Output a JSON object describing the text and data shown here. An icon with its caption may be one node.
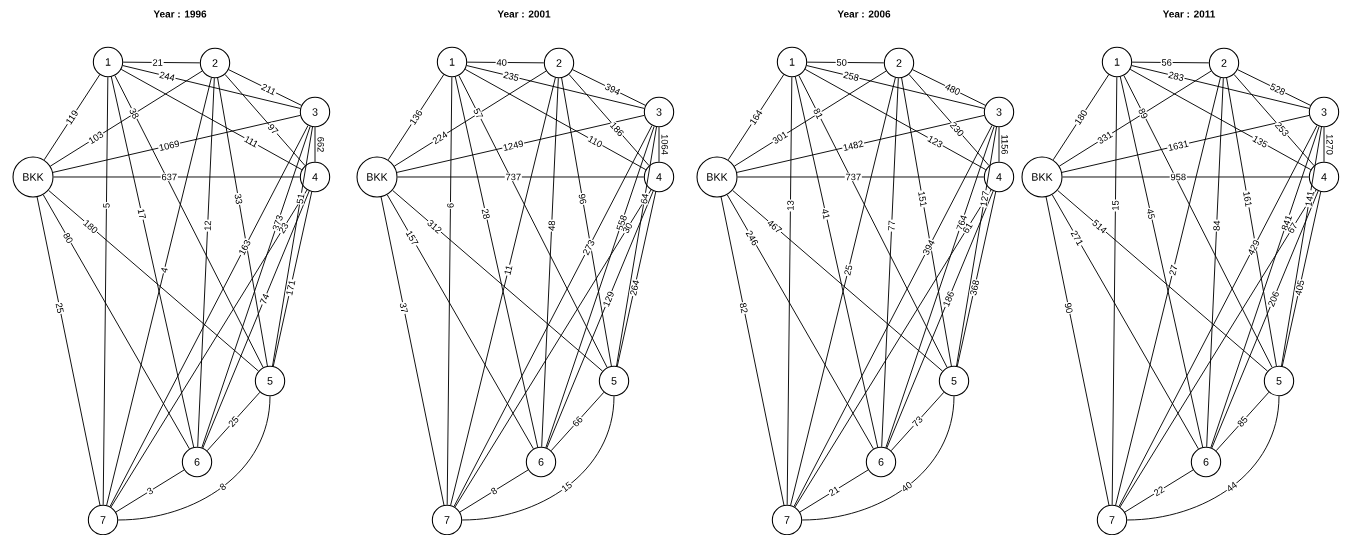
{
  "diagram": {
    "nodes": [
      {
        "text": [
          "BKK"
        ]
      },
      {
        "text": [
          "1"
        ]
      },
      {
        "text": [
          "2"
        ]
      },
      {
        "text": [
          "3"
        ]
      },
      {
        "text": [
          "4"
        ]
      },
      {
        "text": [
          "5"
        ]
      },
      {
        "text": [
          "6"
        ]
      },
      {
        "text": [
          "7"
        ]
      },
      {
        "text": [
          "BKK"
        ]
      },
      {
        "text": [
          "1"
        ]
      },
      {
        "text": [
          "2"
        ]
      },
      {
        "text": [
          "3"
        ]
      },
      {
        "text": [
          "4"
        ]
      },
      {
        "text": [
          "5"
        ]
      },
      {
        "text": [
          "6"
        ]
      },
      {
        "text": [
          "7"
        ]
      },
      {
        "text": [
          "BKK"
        ]
      },
      {
        "text": [
          "1"
        ]
      },
      {
        "text": [
          "2"
        ]
      },
      {
        "text": [
          "3"
        ]
      },
      {
        "text": [
          "4"
        ]
      },
      {
        "text": [
          "5"
        ]
      },
      {
        "text": [
          "6"
        ]
      },
      {
        "text": [
          "7"
        ]
      },
      {
        "text": [
          "BKK"
        ]
      },
      {
        "text": [
          "1"
        ]
      },
      {
        "text": [
          "2"
        ]
      },
      {
        "text": [
          "3"
        ]
      },
      {
        "text": [
          "4"
        ]
      },
      {
        "text": [
          "5"
        ]
      },
      {
        "text": [
          "6"
        ]
      },
      {
        "text": [
          "7"
        ]
      }
    ],
    "edges": [
      {
        "from": 1,
        "to": 2,
        "arrow": "none",
        "label": "21"
      },
      {
        "from": 1,
        "to": 3,
        "arrow": "none",
        "label": "244"
      },
      {
        "from": 2,
        "to": 3,
        "arrow": "none",
        "label": "211"
      },
      {
        "from": 0,
        "to": 1,
        "arrow": "none",
        "label": "119"
      },
      {
        "from": 0,
        "to": 2,
        "arrow": "none",
        "label": "103"
      },
      {
        "from": 1,
        "to": 5,
        "arrow": "none",
        "label": "38"
      },
      {
        "from": 0,
        "to": 3,
        "arrow": "none",
        "label": "1069"
      },
      {
        "from": 1,
        "to": 4,
        "arrow": "none",
        "label": "111"
      },
      {
        "from": 2,
        "to": 4,
        "arrow": "none",
        "label": "97"
      },
      {
        "from": 3,
        "to": 4,
        "arrow": "none",
        "label": "662"
      },
      {
        "from": 0,
        "to": 4,
        "arrow": "none",
        "label": "637"
      },
      {
        "from": 0,
        "to": 5,
        "arrow": "none",
        "label": "180"
      },
      {
        "from": 0,
        "to": 6,
        "arrow": "none",
        "label": "80"
      },
      {
        "from": 0,
        "to": 7,
        "arrow": "none",
        "label": "25"
      },
      {
        "from": 1,
        "to": 7,
        "arrow": "none",
        "label": "5"
      },
      {
        "from": 1,
        "to": 6,
        "arrow": "none",
        "label": "17"
      },
      {
        "from": 2,
        "to": 7,
        "arrow": "none",
        "label": "4"
      },
      {
        "from": 2,
        "to": 6,
        "arrow": "none",
        "label": "12"
      },
      {
        "from": 2,
        "to": 5,
        "arrow": "none",
        "label": "33"
      },
      {
        "from": 3,
        "to": 5,
        "arrow": "none",
        "label": "51"
      },
      {
        "from": 3,
        "to": 7,
        "arrow": "none",
        "label": "163"
      },
      {
        "from": 3,
        "to": 6,
        "arrow": "none",
        "label": "373"
      },
      {
        "from": 4,
        "to": 7,
        "arrow": "none",
        "label": "23"
      },
      {
        "from": 4,
        "to": 6,
        "arrow": "none",
        "label": "74"
      },
      {
        "from": 4,
        "to": 5,
        "arrow": "none",
        "label": "171"
      },
      {
        "from": 5,
        "to": 6,
        "arrow": "none",
        "label": "25"
      },
      {
        "from": 5,
        "to": 7,
        "arrow": "none",
        "label": "8"
      },
      {
        "from": 6,
        "to": 7,
        "arrow": "none",
        "label": "3"
      },
      {
        "from": 9,
        "to": 10,
        "arrow": "none",
        "label": "40"
      },
      {
        "from": 9,
        "to": 11,
        "arrow": "none",
        "label": "235"
      },
      {
        "from": 10,
        "to": 11,
        "arrow": "none",
        "label": "394"
      },
      {
        "from": 8,
        "to": 9,
        "arrow": "none",
        "label": "136"
      },
      {
        "from": 8,
        "to": 10,
        "arrow": "none",
        "label": "224"
      },
      {
        "from": 9,
        "to": 13,
        "arrow": "none",
        "label": "57"
      },
      {
        "from": 8,
        "to": 11,
        "arrow": "none",
        "label": "1249"
      },
      {
        "from": 9,
        "to": 12,
        "arrow": "none",
        "label": "110"
      },
      {
        "from": 10,
        "to": 12,
        "arrow": "none",
        "label": "186"
      },
      {
        "from": 11,
        "to": 12,
        "arrow": "none",
        "label": "1064"
      },
      {
        "from": 8,
        "to": 12,
        "arrow": "none",
        "label": "737"
      },
      {
        "from": 8,
        "to": 13,
        "arrow": "none",
        "label": "312"
      },
      {
        "from": 8,
        "to": 14,
        "arrow": "none",
        "label": "157"
      },
      {
        "from": 8,
        "to": 15,
        "arrow": "none",
        "label": "37"
      },
      {
        "from": 9,
        "to": 15,
        "arrow": "none",
        "label": "6"
      },
      {
        "from": 9,
        "to": 14,
        "arrow": "none",
        "label": "28"
      },
      {
        "from": 10,
        "to": 15,
        "arrow": "none",
        "label": "11"
      },
      {
        "from": 10,
        "to": 14,
        "arrow": "none",
        "label": "48"
      },
      {
        "from": 10,
        "to": 13,
        "arrow": "none",
        "label": "96"
      },
      {
        "from": 11,
        "to": 13,
        "arrow": "none",
        "label": "64"
      },
      {
        "from": 11,
        "to": 15,
        "arrow": "none",
        "label": "273"
      },
      {
        "from": 11,
        "to": 14,
        "arrow": "none",
        "label": "558"
      },
      {
        "from": 12,
        "to": 15,
        "arrow": "none",
        "label": "30"
      },
      {
        "from": 12,
        "to": 14,
        "arrow": "none",
        "label": "129"
      },
      {
        "from": 12,
        "to": 13,
        "arrow": "none",
        "label": "264"
      },
      {
        "from": 13,
        "to": 14,
        "arrow": "none",
        "label": "66"
      },
      {
        "from": 13,
        "to": 15,
        "arrow": "none",
        "label": "15"
      },
      {
        "from": 14,
        "to": 15,
        "arrow": "none",
        "label": "8"
      },
      {
        "from": 17,
        "to": 18,
        "arrow": "none",
        "label": "50"
      },
      {
        "from": 17,
        "to": 19,
        "arrow": "none",
        "label": "258"
      },
      {
        "from": 18,
        "to": 19,
        "arrow": "none",
        "label": "480"
      },
      {
        "from": 16,
        "to": 17,
        "arrow": "none",
        "label": "164"
      },
      {
        "from": 16,
        "to": 18,
        "arrow": "none",
        "label": "301"
      },
      {
        "from": 17,
        "to": 21,
        "arrow": "none",
        "label": "81"
      },
      {
        "from": 16,
        "to": 19,
        "arrow": "none",
        "label": "1482"
      },
      {
        "from": 17,
        "to": 20,
        "arrow": "none",
        "label": "123"
      },
      {
        "from": 18,
        "to": 20,
        "arrow": "none",
        "label": "230"
      },
      {
        "from": 19,
        "to": 20,
        "arrow": "none",
        "label": "1156"
      },
      {
        "from": 16,
        "to": 20,
        "arrow": "none",
        "label": "737"
      },
      {
        "from": 16,
        "to": 21,
        "arrow": "none",
        "label": "467"
      },
      {
        "from": 16,
        "to": 22,
        "arrow": "none",
        "label": "246"
      },
      {
        "from": 16,
        "to": 23,
        "arrow": "none",
        "label": "82"
      },
      {
        "from": 17,
        "to": 23,
        "arrow": "none",
        "label": "13"
      },
      {
        "from": 17,
        "to": 22,
        "arrow": "none",
        "label": "41"
      },
      {
        "from": 18,
        "to": 23,
        "arrow": "none",
        "label": "25"
      },
      {
        "from": 18,
        "to": 22,
        "arrow": "none",
        "label": "77"
      },
      {
        "from": 18,
        "to": 21,
        "arrow": "none",
        "label": "151"
      },
      {
        "from": 19,
        "to": 21,
        "arrow": "none",
        "label": "127"
      },
      {
        "from": 19,
        "to": 23,
        "arrow": "none",
        "label": "394"
      },
      {
        "from": 19,
        "to": 22,
        "arrow": "none",
        "label": "764"
      },
      {
        "from": 20,
        "to": 23,
        "arrow": "none",
        "label": "61"
      },
      {
        "from": 20,
        "to": 22,
        "arrow": "none",
        "label": "186"
      },
      {
        "from": 20,
        "to": 21,
        "arrow": "none",
        "label": "368"
      },
      {
        "from": 21,
        "to": 22,
        "arrow": "none",
        "label": "73"
      },
      {
        "from": 21,
        "to": 23,
        "arrow": "none",
        "label": "40"
      },
      {
        "from": 22,
        "to": 23,
        "arrow": "none",
        "label": "21"
      },
      {
        "from": 25,
        "to": 26,
        "arrow": "none",
        "label": "56"
      },
      {
        "from": 25,
        "to": 27,
        "arrow": "none",
        "label": "283"
      },
      {
        "from": 26,
        "to": 27,
        "arrow": "none",
        "label": "528"
      },
      {
        "from": 24,
        "to": 25,
        "arrow": "none",
        "label": "180"
      },
      {
        "from": 24,
        "to": 26,
        "arrow": "none",
        "label": "331"
      },
      {
        "from": 25,
        "to": 29,
        "arrow": "none",
        "label": "89"
      },
      {
        "from": 24,
        "to": 27,
        "arrow": "none",
        "label": "1631"
      },
      {
        "from": 25,
        "to": 28,
        "arrow": "none",
        "label": "135"
      },
      {
        "from": 26,
        "to": 28,
        "arrow": "none",
        "label": "253"
      },
      {
        "from": 27,
        "to": 28,
        "arrow": "none",
        "label": "1270"
      },
      {
        "from": 24,
        "to": 28,
        "arrow": "none",
        "label": "958"
      },
      {
        "from": 24,
        "to": 29,
        "arrow": "none",
        "label": "514"
      },
      {
        "from": 24,
        "to": 30,
        "arrow": "none",
        "label": "271"
      },
      {
        "from": 24,
        "to": 31,
        "arrow": "none",
        "label": "90"
      },
      {
        "from": 25,
        "to": 31,
        "arrow": "none",
        "label": "15"
      },
      {
        "from": 25,
        "to": 30,
        "arrow": "none",
        "label": "45"
      },
      {
        "from": 26,
        "to": 31,
        "arrow": "none",
        "label": "27"
      },
      {
        "from": 26,
        "to": 30,
        "arrow": "none",
        "label": "84"
      },
      {
        "from": 26,
        "to": 29,
        "arrow": "none",
        "label": "161"
      },
      {
        "from": 27,
        "to": 29,
        "arrow": "none",
        "label": "141"
      },
      {
        "from": 27,
        "to": 31,
        "arrow": "none",
        "label": "429"
      },
      {
        "from": 27,
        "to": 30,
        "arrow": "none",
        "label": "841"
      },
      {
        "from": 28,
        "to": 31,
        "arrow": "none",
        "label": "67"
      },
      {
        "from": 28,
        "to": 30,
        "arrow": "none",
        "label": "206"
      },
      {
        "from": 28,
        "to": 29,
        "arrow": "none",
        "label": "405"
      },
      {
        "from": 29,
        "to": 30,
        "arrow": "none",
        "label": "85"
      },
      {
        "from": 29,
        "to": 31,
        "arrow": "none",
        "label": "44"
      },
      {
        "from": 30,
        "to": 31,
        "arrow": "none",
        "label": "22"
      }
    ],
    "labels": [
      "Year : 1996",
      "Year : 2001",
      "Year : 2006",
      "Year : 2011"
    ]
  }
}
